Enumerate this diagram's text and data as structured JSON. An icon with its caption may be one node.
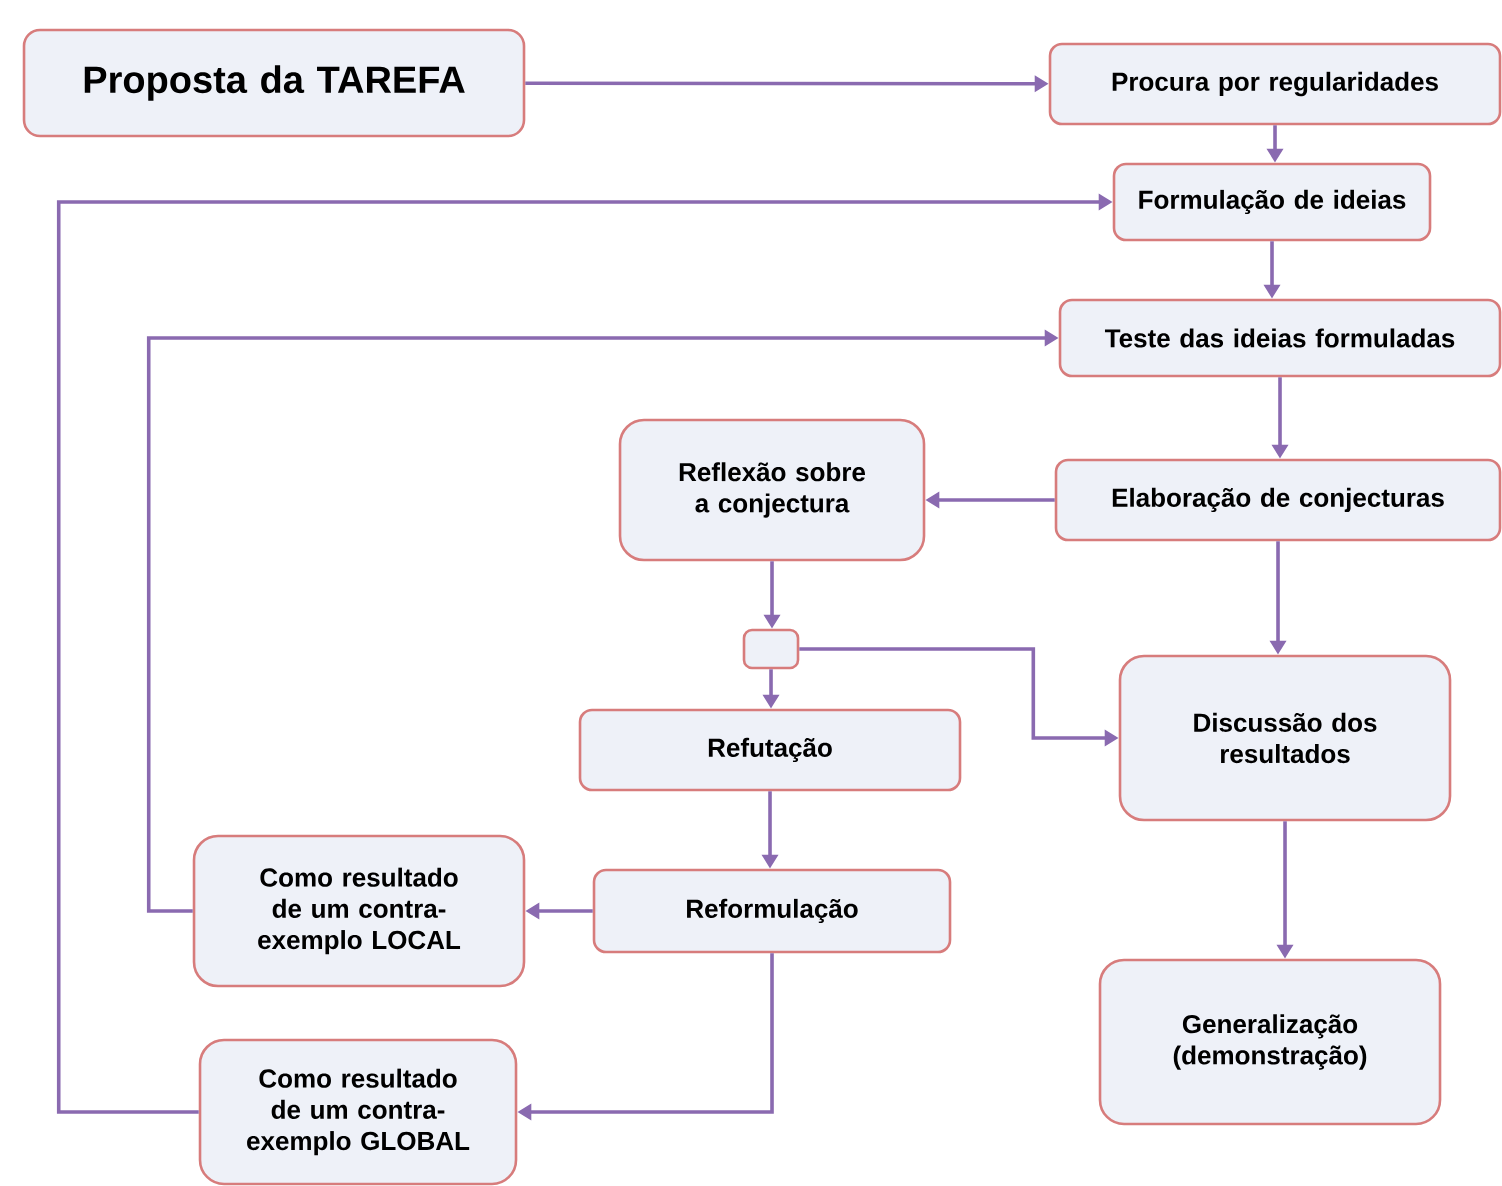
{
  "diagram": {
    "nodes": [
      {
        "text": [
          "Proposta da TAREFA"
        ]
      },
      {
        "text": [
          "Procura por regularidades"
        ]
      },
      {
        "text": [
          "Formulação de ideias"
        ]
      },
      {
        "text": [
          "Teste das ideias formuladas"
        ]
      },
      {
        "text": [
          "Elaboração de conjecturas"
        ]
      },
      {
        "text": [
          "Reflexão sobre a conjectura"
        ]
      },
      {
        "text": [],
        "shape": "box"
      },
      {
        "text": [
          "Discussão dos resultados"
        ]
      },
      {
        "text": [
          "Refutação"
        ]
      },
      {
        "text": [
          "Reformulação"
        ]
      },
      {
        "text": [
          "Como resultado de um contra-exemplo LOCAL"
        ]
      },
      {
        "text": [
          "Generalização (demonstração)"
        ]
      },
      {
        "text": [
          "Como resultado de um contra-exemplo GLOBAL"
        ]
      }
    ],
    "edges": [
      {
        "from": 0,
        "to": 1,
        "arrow": "to"
      },
      {
        "from": 1,
        "to": 2,
        "arrow": "to"
      },
      {
        "from": 2,
        "to": 3,
        "arrow": "to"
      },
      {
        "from": 3,
        "to": 4,
        "arrow": "to"
      },
      {
        "from": 4,
        "to": 5,
        "arrow": "to"
      },
      {
        "from": 4,
        "to": 7,
        "arrow": "to"
      },
      {
        "from": 5,
        "to": 6,
        "arrow": "to"
      },
      {
        "from": 6,
        "to": 8,
        "arrow": "to"
      },
      {
        "from": 6,
        "to": 7,
        "arrow": "to"
      },
      {
        "from": 8,
        "to": 9,
        "arrow": "to"
      },
      {
        "from": 9,
        "to": 10,
        "arrow": "to"
      },
      {
        "from": 9,
        "to": 12,
        "arrow": "to"
      },
      {
        "from": 10,
        "to": 3,
        "arrow": "to"
      },
      {
        "from": 12,
        "to": 2,
        "arrow": "to"
      },
      {
        "from": 7,
        "to": 11,
        "arrow": "to"
      }
    ]
  }
}
